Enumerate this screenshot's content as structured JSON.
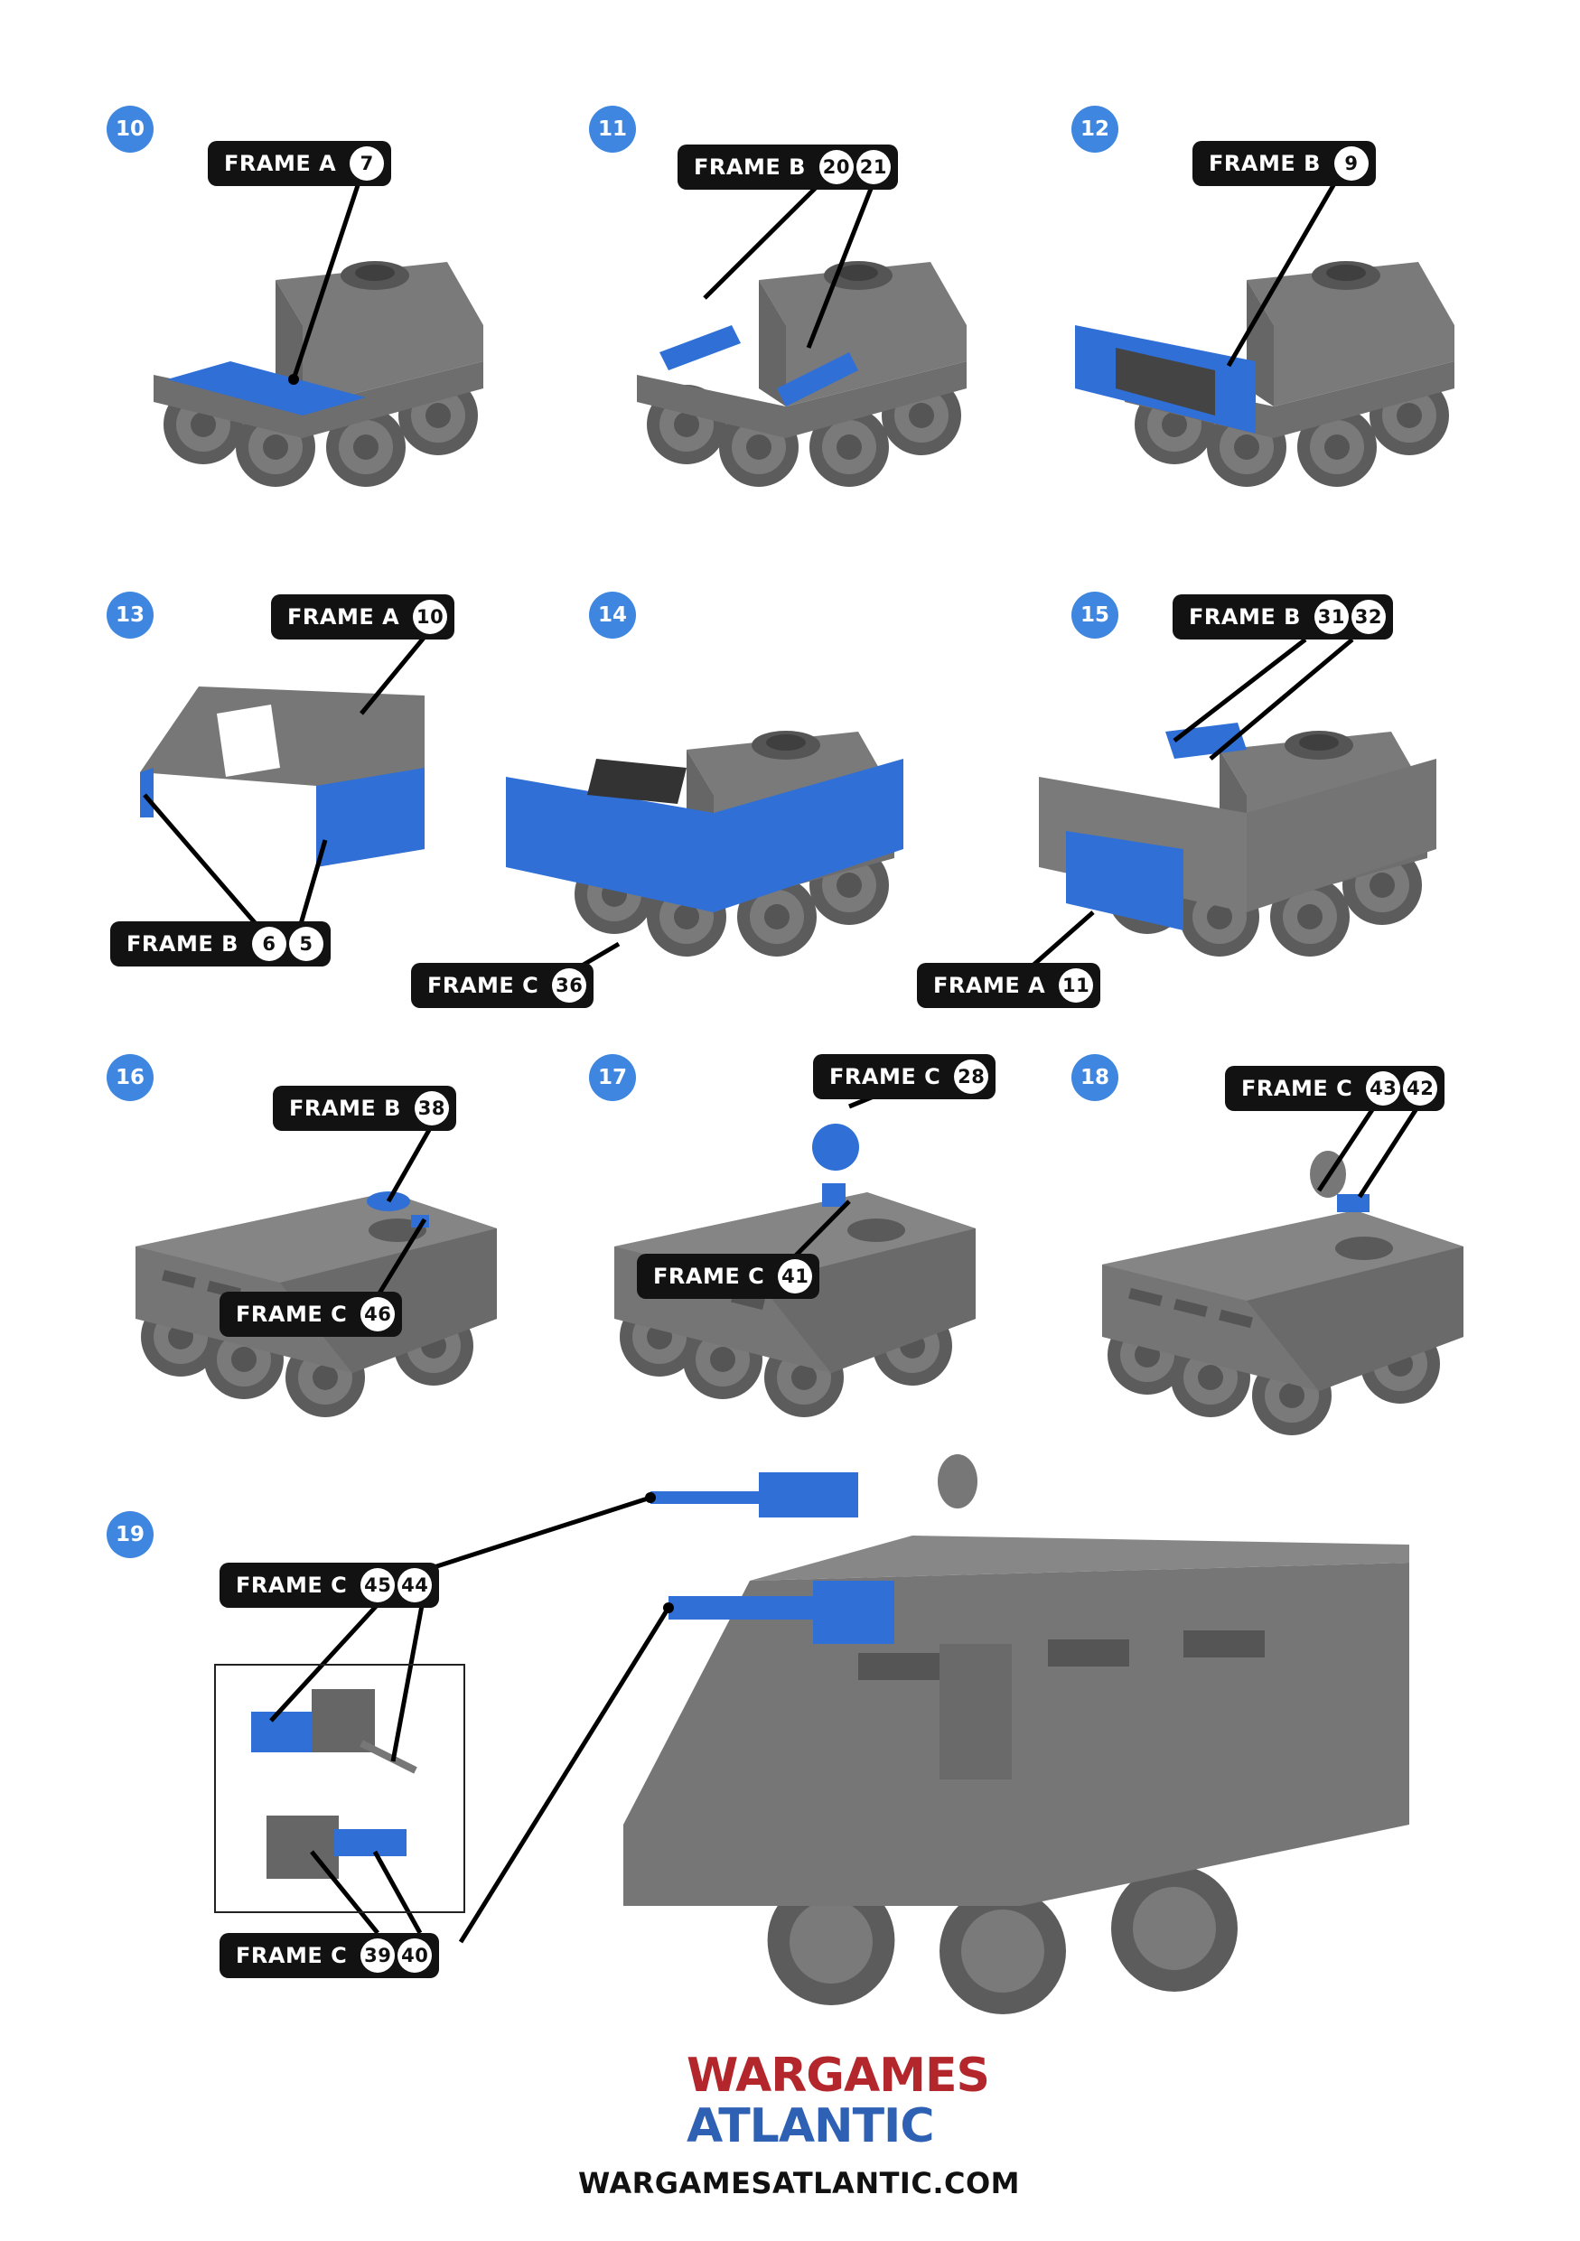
{
  "colors": {
    "step": "#3f86e0",
    "tag": "#121212",
    "part": "#2f6fd6",
    "model": "#6b6b6b"
  },
  "steps": [
    {
      "number": "10",
      "tags": [
        {
          "label": "FRAME A",
          "nums": [
            "7"
          ]
        }
      ]
    },
    {
      "number": "11",
      "tags": [
        {
          "label": "FRAME B",
          "nums": [
            "20",
            "21"
          ]
        }
      ]
    },
    {
      "number": "12",
      "tags": [
        {
          "label": "FRAME B",
          "nums": [
            "9"
          ]
        }
      ]
    },
    {
      "number": "13",
      "tags": [
        {
          "label": "FRAME A",
          "nums": [
            "10"
          ]
        },
        {
          "label": "FRAME B",
          "nums": [
            "6",
            "5"
          ]
        }
      ]
    },
    {
      "number": "14",
      "tags": [
        {
          "label": "FRAME C",
          "nums": [
            "36"
          ]
        }
      ]
    },
    {
      "number": "15",
      "tags": [
        {
          "label": "FRAME B",
          "nums": [
            "31",
            "32"
          ]
        },
        {
          "label": "FRAME A",
          "nums": [
            "11"
          ]
        }
      ]
    },
    {
      "number": "16",
      "tags": [
        {
          "label": "FRAME B",
          "nums": [
            "38"
          ]
        },
        {
          "label": "FRAME C",
          "nums": [
            "46"
          ]
        }
      ]
    },
    {
      "number": "17",
      "tags": [
        {
          "label": "FRAME C",
          "nums": [
            "28"
          ]
        },
        {
          "label": "FRAME C",
          "nums": [
            "41"
          ]
        }
      ]
    },
    {
      "number": "18",
      "tags": [
        {
          "label": "FRAME C",
          "nums": [
            "43",
            "42"
          ]
        }
      ]
    },
    {
      "number": "19",
      "tags": [
        {
          "label": "FRAME C",
          "nums": [
            "45",
            "44"
          ]
        },
        {
          "label": "FRAME C",
          "nums": [
            "39",
            "40"
          ]
        }
      ]
    }
  ],
  "logo": {
    "line1": "WARGAMES",
    "line2": "ATLANTIC"
  },
  "footer": {
    "url": "WARGAMESATLANTIC.COM"
  }
}
